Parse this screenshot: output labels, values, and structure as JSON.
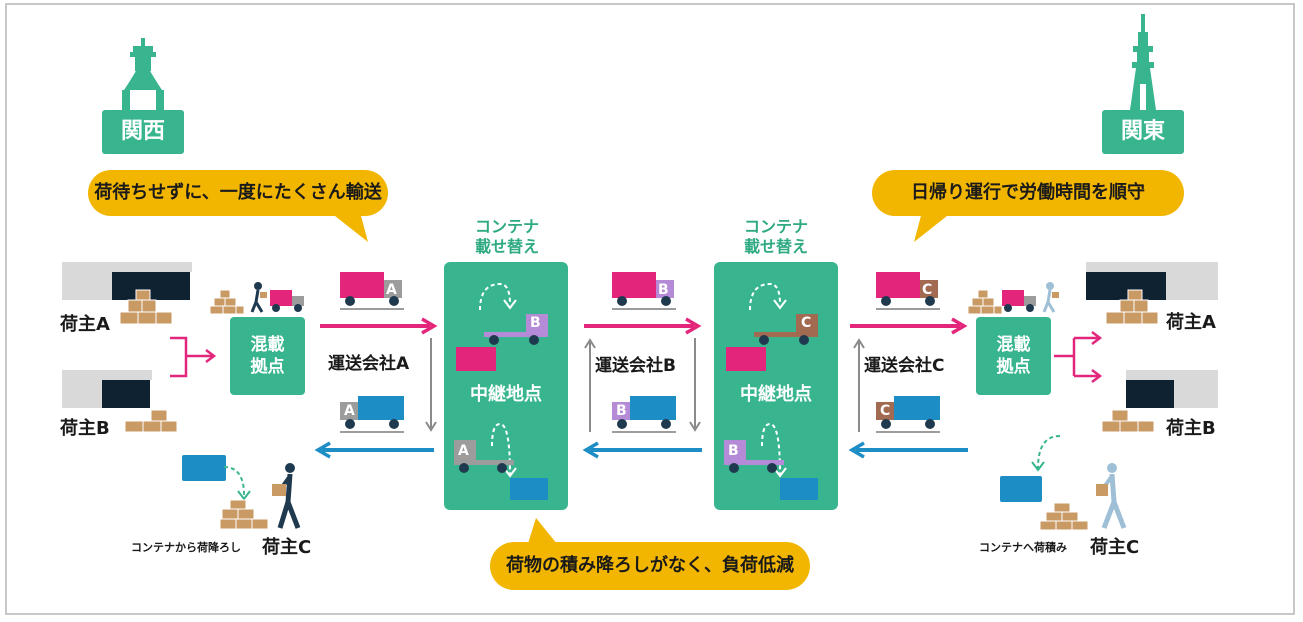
{
  "regions": {
    "west": "関西",
    "east": "関東"
  },
  "bubbles": {
    "left": "荷待ちせずに、一度にたくさん輸送",
    "right": "日帰り運行で労働時間を順守",
    "bottom": "荷物の積み降ろしがなく、負荷低減"
  },
  "container_swap_label": "コンテナ\n載せ替え",
  "relay_point_label": "中継地点",
  "hub_label": "混載\n拠点",
  "carriers": {
    "a": "運送会社A",
    "b": "運送会社B",
    "c": "運送会社C"
  },
  "truck_letters": {
    "a": "A",
    "b": "B",
    "c": "C"
  },
  "shippers": {
    "a": "荷主A",
    "b": "荷主B",
    "c": "荷主C"
  },
  "unload_note": "コンテナから荷降ろし",
  "load_note": "コンテナへ荷積み",
  "colors": {
    "teal": "#38b58f",
    "magenta": "#e3267c",
    "blue": "#1d8dc6",
    "yellow": "#f2b600",
    "truck_a_cab": "#9c9c9c",
    "truck_b_cab": "#b58ad6",
    "truck_c_cab": "#a36a52",
    "container_blue": "#1d8dc6",
    "container_pink": "#e3267c"
  }
}
